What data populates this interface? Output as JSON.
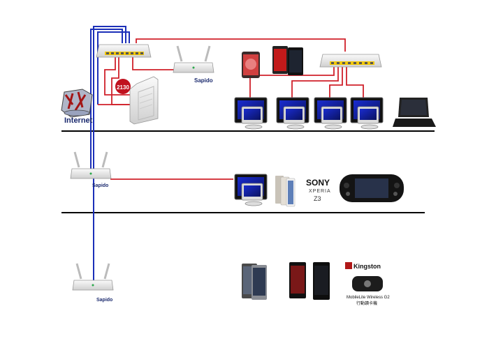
{
  "labels": {
    "internet": "Internet",
    "brand": "Sapido",
    "router_model": "2130",
    "sony_line1": "SONY",
    "sony_line2": "XPERIA",
    "sony_line3": "Z3",
    "kingston": "Kingston",
    "mobilelite": "MobileLite Wireless G2",
    "mobilelite_sub": "行動讀卡機"
  },
  "colors": {
    "ethernet": "#d0202a",
    "uplink": "#1b2fb8",
    "divider": "#000000"
  },
  "icons": {
    "internet": "firewall-cloud-icon",
    "switch": "network-switch-icon",
    "router": "wifi-router-icon",
    "modem": "vdsl-modem-icon",
    "pc": "desktop-computer-icon",
    "laptop": "laptop-icon",
    "phone": "smartphone-icon",
    "console": "handheld-console-icon",
    "card_reader": "wireless-card-reader-icon"
  }
}
